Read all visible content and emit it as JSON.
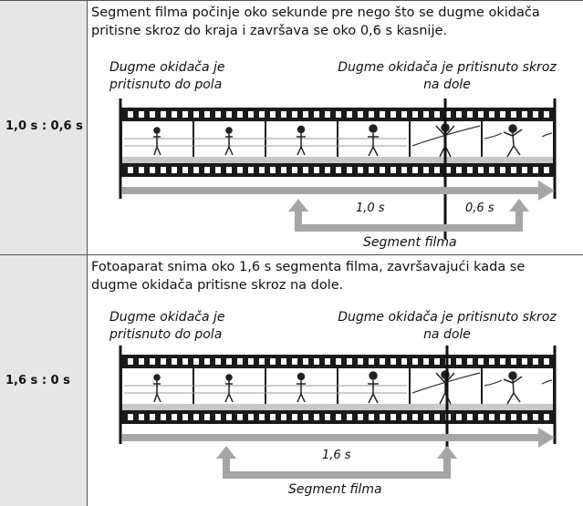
{
  "rows": [
    {
      "label": "1,0 s : 0,6 s",
      "description": "Segment filma počinje oko sekunde pre nego što se dugme okidača pritisne skroz do kraja i završava se oko 0,6 s kasnije.",
      "caption_half_press": "Dugme okidača je pritisnuto do pola",
      "caption_full_press": "Dugme okidača je pritisnuto skroz na dole",
      "time_before": "1,0 s",
      "time_after": "0,6 s",
      "segment_label": "Segment filma"
    },
    {
      "label": "1,6 s : 0 s",
      "description": "Fotoaparat snima oko 1,6 s segmenta filma, završavajući kada se dugme okidača pritisne skroz na dole.",
      "caption_half_press": "Dugme okidača je pritisnuto do pola",
      "caption_full_press": "Dugme okidača je pritisnuto skroz na dole",
      "time_before": "1,6 s",
      "segment_label": "Segment filma"
    }
  ],
  "colors": {
    "label_bg": "#e6e6e6",
    "film": "#1a1a1a",
    "arrow": "#a6a6a6"
  }
}
